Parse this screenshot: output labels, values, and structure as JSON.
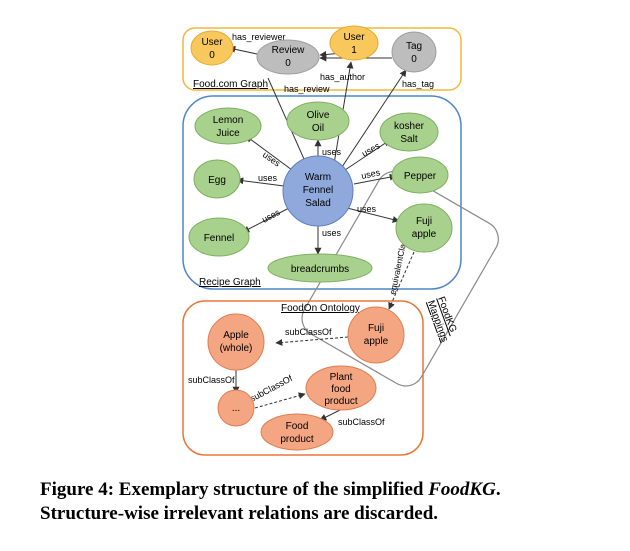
{
  "colors": {
    "foodcom_border": "#F2B83B",
    "recipe_border": "#4F86C6",
    "foodon_border": "#E8773A",
    "mapping_border": "#8A8A8A",
    "yellow_node": "#F9C85C",
    "grey_node": "#BDBDBD",
    "green_node": "#A9D18E",
    "blue_node": "#8FA9DC",
    "orange_node": "#F4A582"
  },
  "groups": {
    "foodcom": "Food.com Graph",
    "recipe": "Recipe Graph",
    "foodon": "FoodOn Ontology",
    "mappings": [
      "FoodKG",
      "Mappings"
    ]
  },
  "nodes": {
    "user0": [
      "User",
      "0"
    ],
    "review0": [
      "Review",
      "0"
    ],
    "user1": [
      "User",
      "1"
    ],
    "tag0": [
      "Tag",
      "0"
    ],
    "lemon": [
      "Lemon",
      "Juice"
    ],
    "olive": [
      "Olive",
      "Oil"
    ],
    "kosher": [
      "kosher",
      "Salt"
    ],
    "egg": [
      "Egg"
    ],
    "salad": [
      "Warm",
      "Fennel",
      "Salad"
    ],
    "pepper": [
      "Pepper"
    ],
    "fennel": [
      "Fennel"
    ],
    "breadcrumbs": [
      "breadcrumbs"
    ],
    "fuji_recipe": [
      "Fuji",
      "apple"
    ],
    "apple_whole": [
      "Apple",
      "(whole)"
    ],
    "fuji_foodon": [
      "Fuji",
      "apple"
    ],
    "dots": [
      "..."
    ],
    "plant": [
      "Plant",
      "food",
      "product"
    ],
    "food": [
      "Food",
      "product"
    ]
  },
  "edges": {
    "has_reviewer": "has_reviewer",
    "has_author": "has_author",
    "has_tag": "has_tag",
    "has_review": "has_review",
    "uses": "uses",
    "equivalentClass": "equivalentClass",
    "subClassOf": "subClassOf"
  },
  "caption": {
    "prefix": "Figure 4: Exemplary structure of the simplified ",
    "italic": "FoodKG",
    "suffix": ".",
    "line2": "Structure-wise irrelevant relations are discarded."
  }
}
